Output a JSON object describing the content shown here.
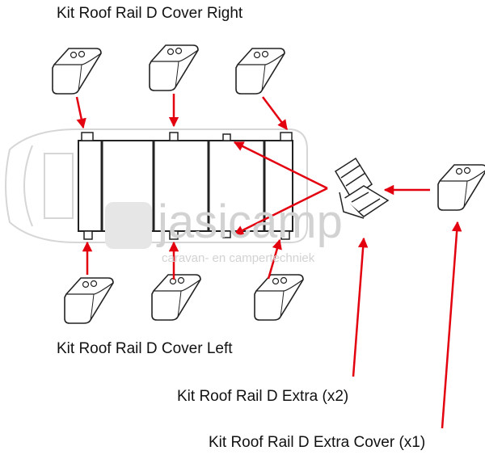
{
  "labels": {
    "cover_right": "Kit Roof Rail D Cover Right",
    "cover_left": "Kit Roof Rail D Cover Left",
    "extra": "Kit Roof Rail D Extra (x2)",
    "extra_cover": "Kit Roof Rail D Extra Cover (x1)"
  },
  "watermark": {
    "brand": "jasicamp",
    "tagline": "caravan- en campertechniek"
  },
  "colors": {
    "arrow": "#e3000f",
    "line": "#222222",
    "van": "#d8d8d8"
  }
}
